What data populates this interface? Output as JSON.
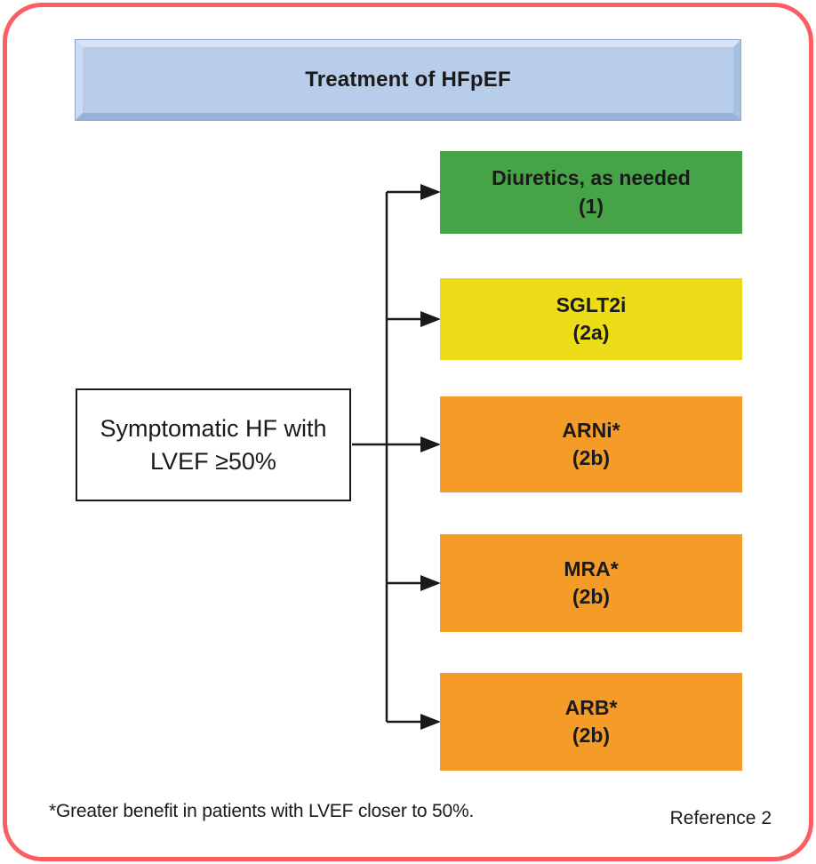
{
  "page": {
    "border_color": "#fc5d63",
    "background_color": "#ffffff"
  },
  "header": {
    "title": "Treatment of HFpEF",
    "bg_color": "#b7cdea"
  },
  "source_box": {
    "line1": "Symptomatic HF with",
    "line2": "LVEF ≥50%"
  },
  "treatments": [
    {
      "name": "Diuretics, as needed",
      "class_of_recommendation": "(1)",
      "color": "#47a348"
    },
    {
      "name": "SGLT2i",
      "class_of_recommendation": "(2a)",
      "color": "#ecdc17"
    },
    {
      "name": "ARNi*",
      "class_of_recommendation": "(2b)",
      "color": "#f59b28"
    },
    {
      "name": "MRA*",
      "class_of_recommendation": "(2b)",
      "color": "#f59b28"
    },
    {
      "name": "ARB*",
      "class_of_recommendation": "(2b)",
      "color": "#f59b28"
    }
  ],
  "footnote": "*Greater benefit in patients with LVEF closer to 50%.",
  "reference": "Reference 2"
}
